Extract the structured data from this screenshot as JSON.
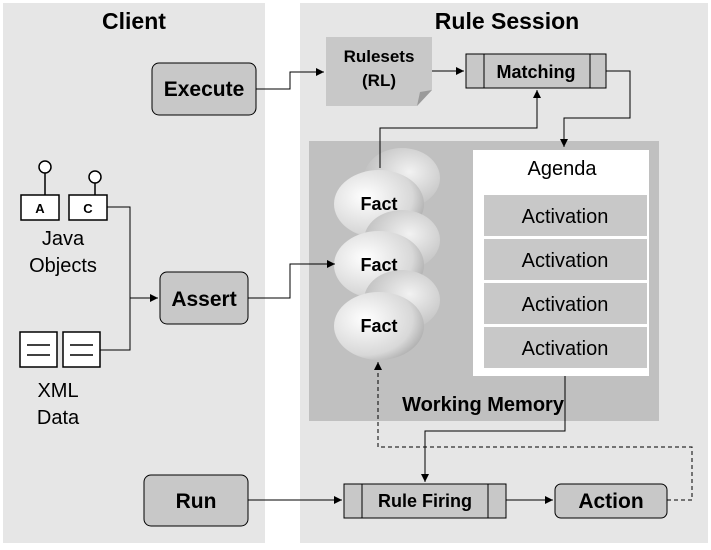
{
  "client": {
    "title": "Client",
    "execute_label": "Execute",
    "assert_label": "Assert",
    "run_label": "Run",
    "java_objects": {
      "obj_a": "A",
      "obj_c": "C",
      "label_line1": "Java",
      "label_line2": "Objects"
    },
    "xml_data": {
      "label_line1": "XML",
      "label_line2": "Data"
    }
  },
  "rule_session": {
    "title": "Rule Session",
    "rulesets_line1": "Rulesets",
    "rulesets_line2": "(RL)",
    "matching_label": "Matching",
    "working_memory_label": "Working Memory",
    "facts": [
      "Fact",
      "Fact",
      "Fact"
    ],
    "agenda": {
      "title": "Agenda",
      "activations": [
        "Activation",
        "Activation",
        "Activation",
        "Activation"
      ]
    },
    "rule_firing_label": "Rule Firing",
    "action_label": "Action"
  },
  "colors": {
    "panel_bg": "#e6e6e6",
    "working_memory_bg": "#c0c0c0",
    "box_fill": "#c8c8c8",
    "agenda_bg": "#ffffff",
    "activation_fill": "#c8c8c8",
    "stroke": "#000000"
  }
}
